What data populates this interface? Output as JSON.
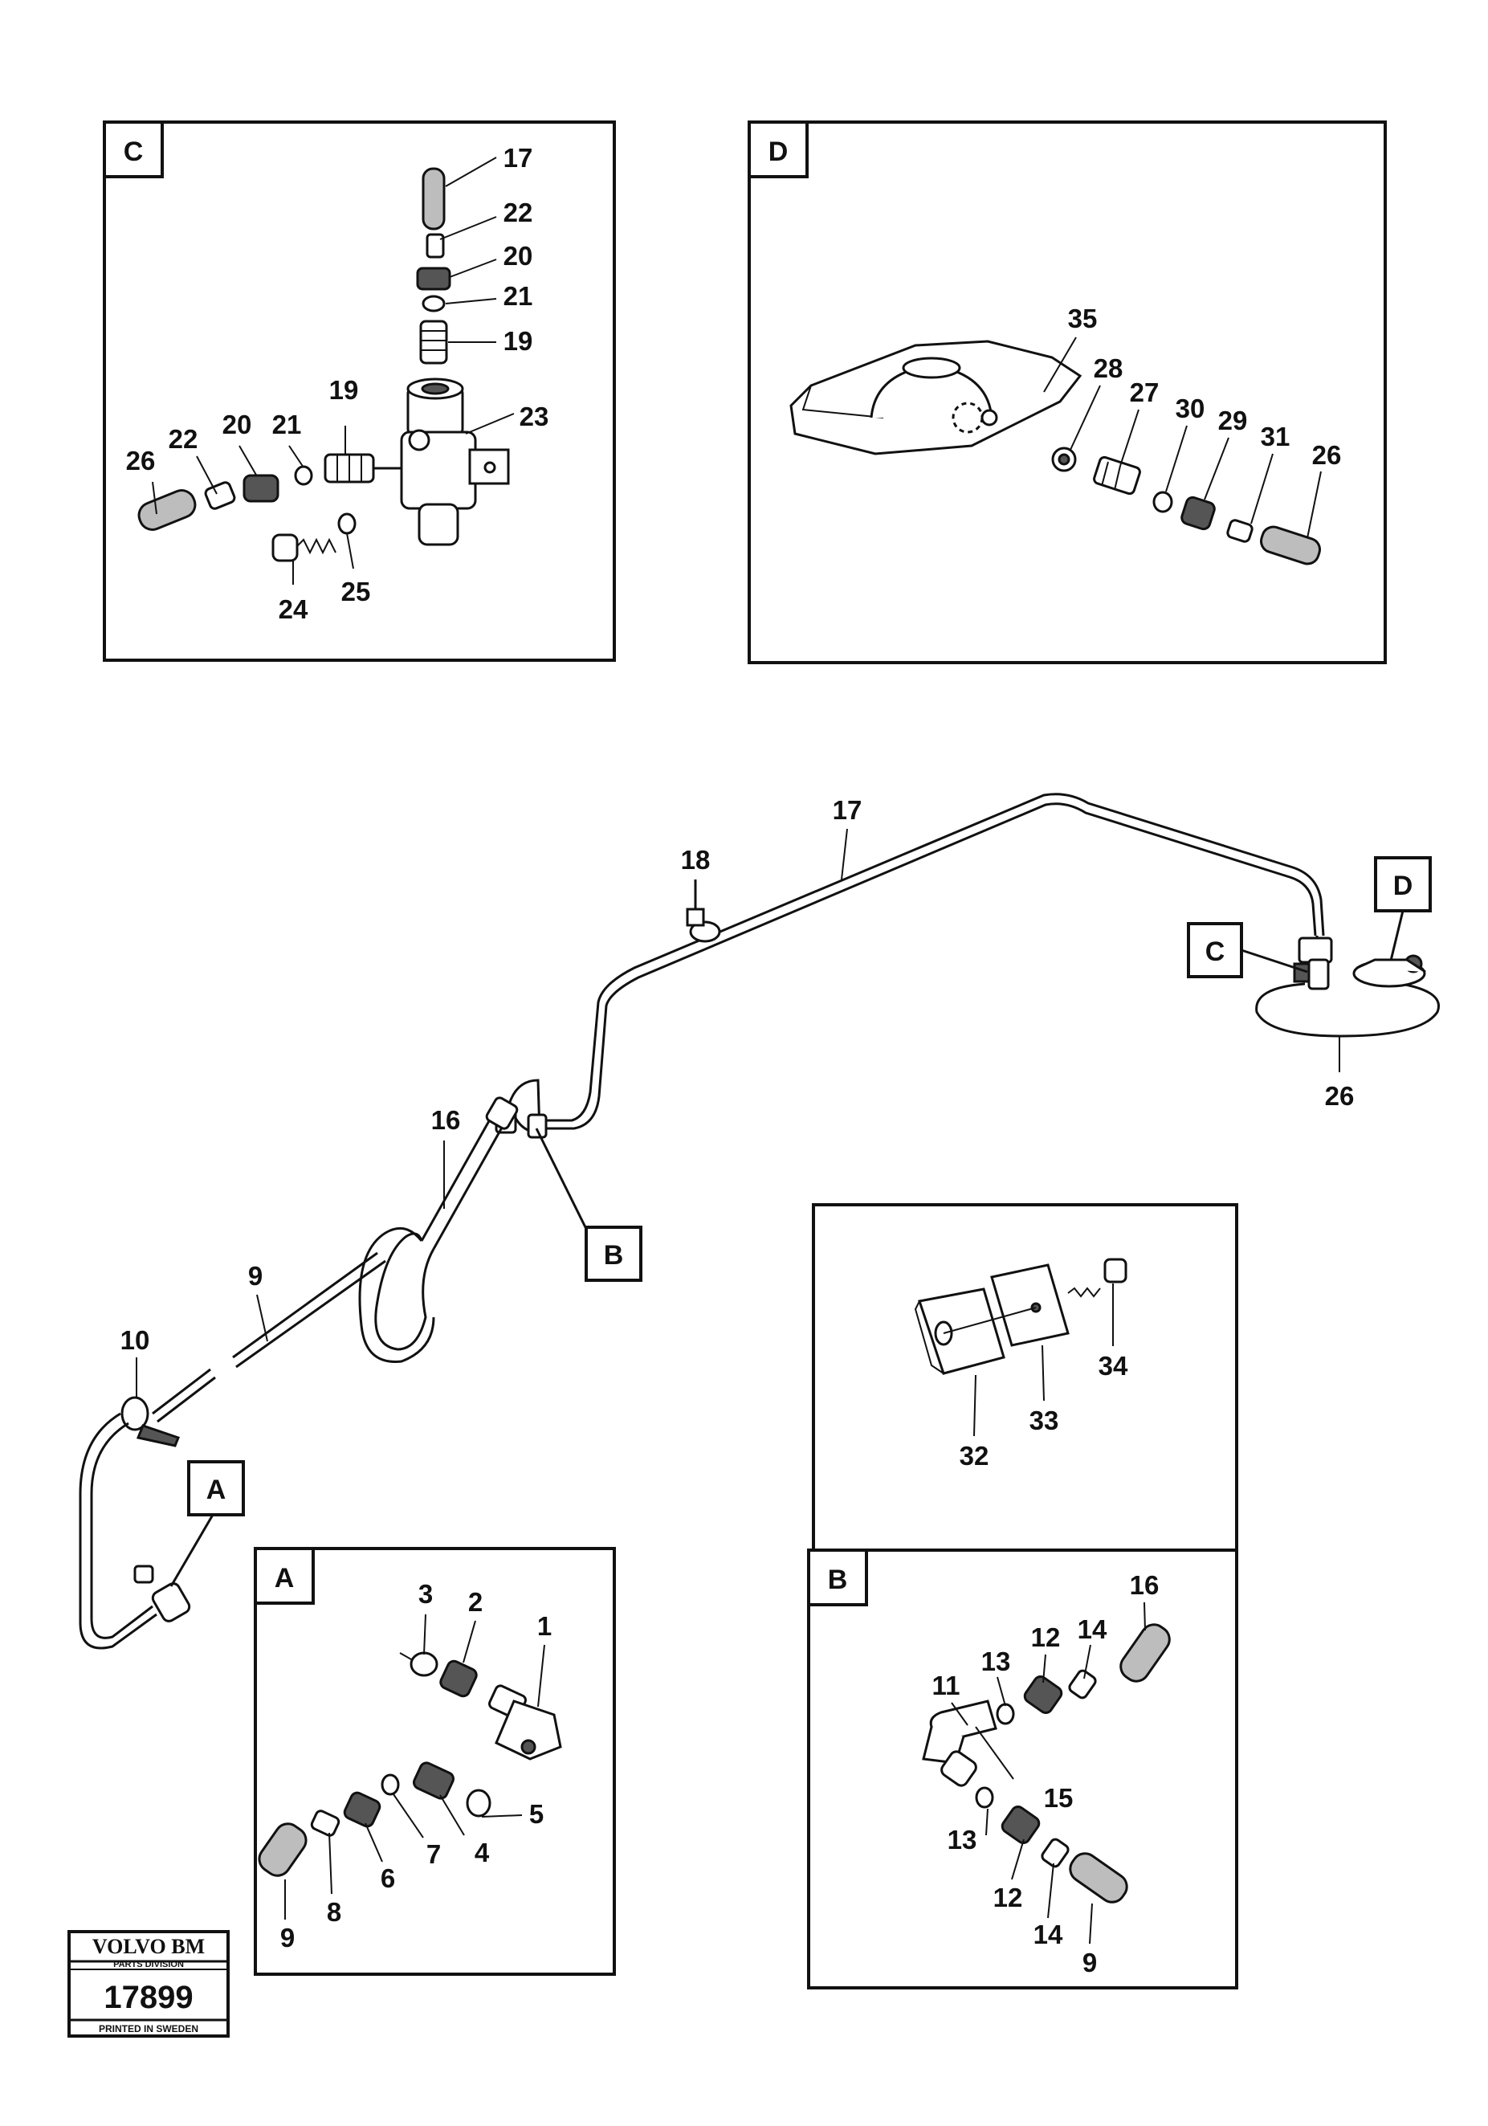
{
  "panels": {
    "C": {
      "label": "C",
      "callouts": [
        "17",
        "22",
        "20",
        "21",
        "19",
        "23",
        "26",
        "22",
        "20",
        "21",
        "19",
        "24",
        "25"
      ]
    },
    "D": {
      "label": "D",
      "callouts": [
        "35",
        "28",
        "27",
        "30",
        "29",
        "31",
        "26"
      ]
    },
    "A": {
      "label": "A",
      "callouts": [
        "3",
        "2",
        "1",
        "5",
        "4",
        "7",
        "6",
        "8",
        "9"
      ]
    },
    "B": {
      "label": "B",
      "callouts": [
        "16",
        "12",
        "14",
        "13",
        "11",
        "15",
        "13",
        "12",
        "14",
        "9"
      ]
    },
    "E": {
      "callouts": [
        "32",
        "33",
        "34"
      ]
    }
  },
  "main": {
    "callouts": [
      "17",
      "18",
      "16",
      "9",
      "10",
      "26"
    ],
    "detail_tags": [
      "A",
      "B",
      "C",
      "D"
    ]
  },
  "logo": {
    "brand": "VOLVO BM",
    "division": "PARTS DIVISION",
    "number": "17899",
    "footer": "PRINTED IN SWEDEN"
  }
}
